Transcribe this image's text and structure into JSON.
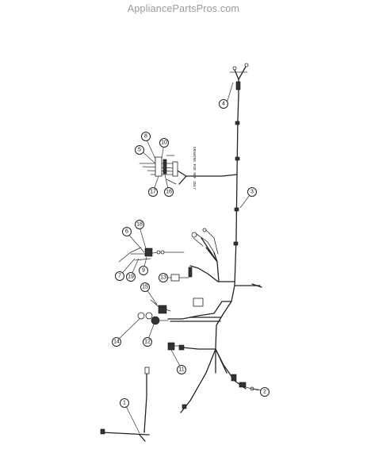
{
  "watermark": "AppliancePartsPros.com",
  "diagram_note": "DRAWING FOR REF ONLY",
  "callouts": [
    "1",
    "2",
    "3",
    "4",
    "6",
    "7",
    "8",
    "9",
    "10",
    "11",
    "12",
    "13",
    "14",
    "15",
    "16",
    "17",
    "18",
    "19"
  ],
  "callout_five": "5"
}
